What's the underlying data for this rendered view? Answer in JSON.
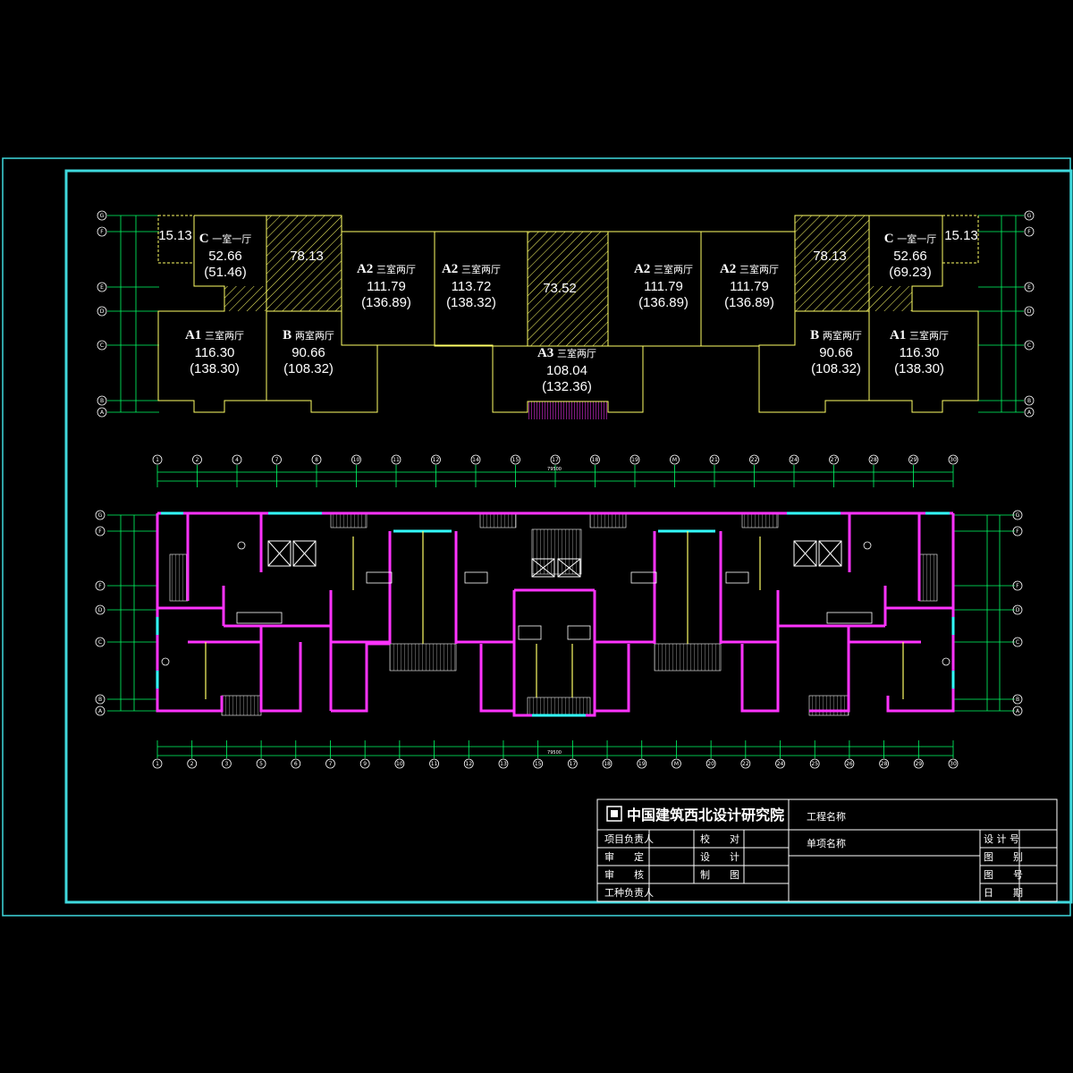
{
  "colors": {
    "frame_outer": "#3fd9dd",
    "frame_inner": "#3fd9dd",
    "outline": "#ffff66",
    "hatch": "#ffff66",
    "dim": "#00ff66",
    "wall": "#ff33ff",
    "window": "#33ffff",
    "fixture": "#ffffff"
  },
  "units": [
    {
      "label": "",
      "type": "",
      "area": "15.13",
      "sub": ""
    },
    {
      "label": "C",
      "type": "一室一厅",
      "area": "52.66",
      "sub": "(51.46)"
    },
    {
      "label": "",
      "type": "",
      "area": "78.13",
      "sub": ""
    },
    {
      "label": "A2",
      "type": "三室两厅",
      "area": "111.79",
      "sub": "(136.89)"
    },
    {
      "label": "A2",
      "type": "三室两厅",
      "area": "113.72",
      "sub": "(138.32)"
    },
    {
      "label": "",
      "type": "",
      "area": "73.52",
      "sub": ""
    },
    {
      "label": "A2",
      "type": "三室两厅",
      "area": "111.79",
      "sub": "(136.89)"
    },
    {
      "label": "A2",
      "type": "三室两厅",
      "area": "111.79",
      "sub": "(136.89)"
    },
    {
      "label": "",
      "type": "",
      "area": "78.13",
      "sub": ""
    },
    {
      "label": "C",
      "type": "一室一厅",
      "area": "52.66",
      "sub": "(69.23)"
    },
    {
      "label": "",
      "type": "",
      "area": "15.13",
      "sub": ""
    },
    {
      "label": "A1",
      "type": "三室两厅",
      "area": "116.30",
      "sub": "(138.30)"
    },
    {
      "label": "B",
      "type": "两室两厅",
      "area": "90.66",
      "sub": "(108.32)"
    },
    {
      "label": "A3",
      "type": "三室两厅",
      "area": "108.04",
      "sub": "(132.36)"
    },
    {
      "label": "B",
      "type": "两室两厅",
      "area": "90.66",
      "sub": "(108.32)"
    },
    {
      "label": "A1",
      "type": "三室两厅",
      "area": "116.30",
      "sub": "(138.30)"
    }
  ],
  "grid_top": [
    "1",
    "2",
    "4",
    "7",
    "8",
    "10",
    "11",
    "12",
    "14",
    "15",
    "17",
    "18",
    "19",
    "M",
    "21",
    "22",
    "24",
    "27",
    "28",
    "29",
    "30"
  ],
  "grid_bottom": [
    "1",
    "2",
    "3",
    "5",
    "6",
    "7",
    "9",
    "10",
    "11",
    "12",
    "13",
    "15",
    "17",
    "18",
    "19",
    "M",
    "20",
    "22",
    "24",
    "25",
    "26",
    "28",
    "29",
    "30"
  ],
  "grid_rows": [
    "G",
    "F",
    "E",
    "D",
    "C",
    "B",
    "A"
  ],
  "grid_rows_plan": [
    "G",
    "F",
    "F",
    "D",
    "C",
    "B",
    "A"
  ],
  "total_dim": "79500",
  "title_block": {
    "org": "中国建筑西北设计研究院",
    "project_name": "工程名称",
    "item_name": "单项名称",
    "left_labels": [
      "项目负责人",
      "审　　定",
      "审　　核",
      "工种负责人"
    ],
    "mid_labels": [
      "校　　对",
      "设　　计",
      "制　　图"
    ],
    "right_labels": [
      "设 计 号",
      "图　　别",
      "图　　号",
      "日　　期"
    ]
  }
}
